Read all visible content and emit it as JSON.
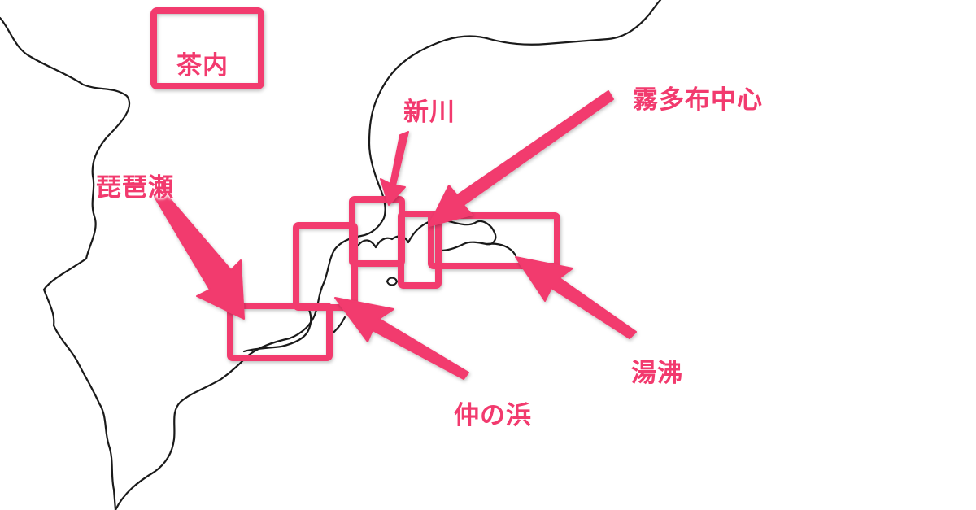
{
  "map": {
    "accent_color": "#f23a6e",
    "outline_color": "#1a1a1a",
    "labels": {
      "chanai": "茶内",
      "niikawa": "新川",
      "kiritappu_center": "霧多布中心",
      "biwase": "琵琶瀬",
      "yuwaki": "湯沸",
      "nakanohama": "仲の浜"
    }
  }
}
